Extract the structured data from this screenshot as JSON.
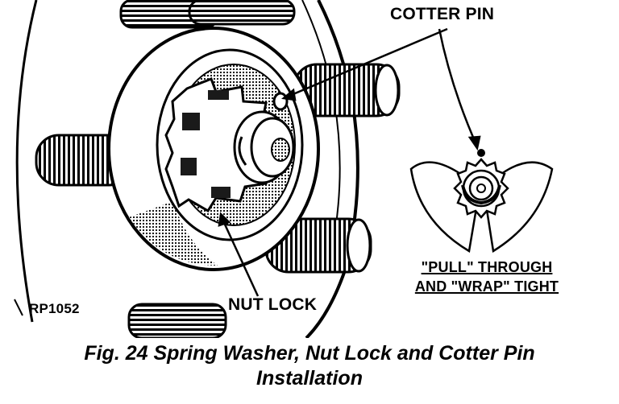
{
  "figure": {
    "labels": {
      "cotter_pin": "COTTER PIN",
      "nut_lock": "NUT LOCK",
      "reference": "RP1052",
      "instruction_line1": "\"PULL\" THROUGH",
      "instruction_line2": "AND \"WRAP\" TIGHT"
    },
    "caption_line1": "Fig. 24 Spring Washer, Nut Lock and Cotter Pin",
    "caption_line2": "Installation"
  },
  "colors": {
    "ink": "#000000",
    "paper": "#ffffff",
    "shade": "#1a1a1a"
  }
}
